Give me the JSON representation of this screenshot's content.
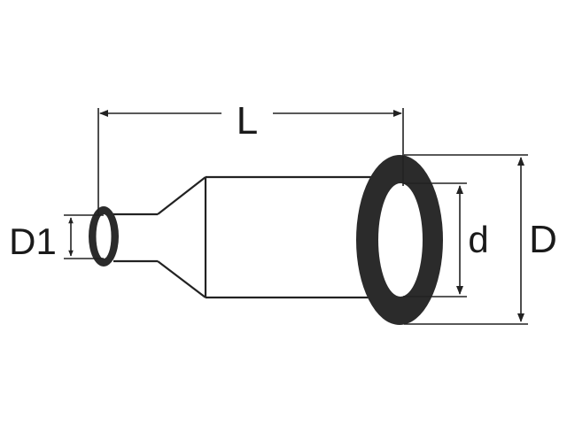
{
  "labels": {
    "length": "L",
    "small_outer_diameter": "D1",
    "large_inner_diameter": "d",
    "large_outer_diameter": "D"
  },
  "colors": {
    "line": "#222222",
    "ring": "#2b2b2b",
    "background": "#ffffff"
  }
}
